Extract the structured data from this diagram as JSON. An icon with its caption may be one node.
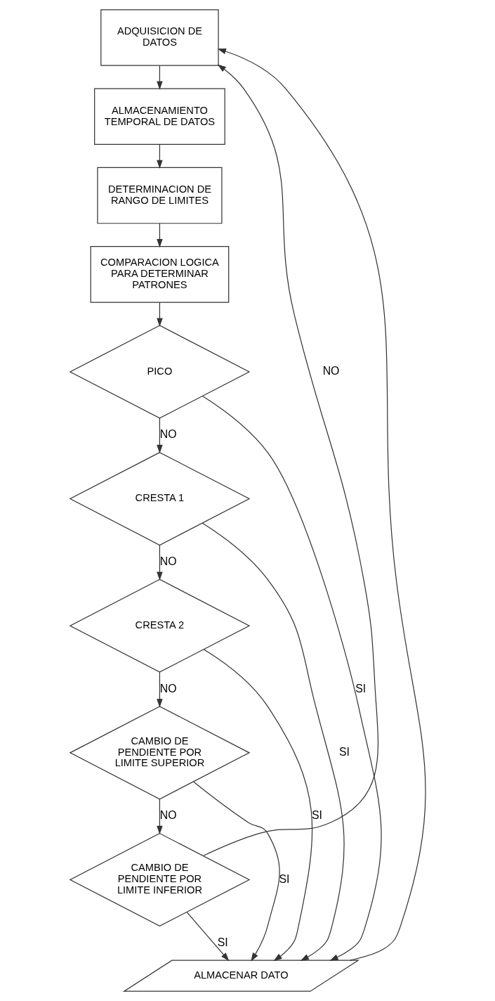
{
  "diagram": {
    "nodes": [
      {
        "text": [
          "ADQUISICION DE DATOS"
        ]
      },
      {
        "text": [
          "ALMACENAMIENTO TEMPORAL DE DATOS"
        ]
      },
      {
        "text": [
          "DETERMINACION DE RANGO DE LIMITES"
        ]
      },
      {
        "text": [
          "COMPARACION LOGICA PARA DETERMINAR PATRONES"
        ]
      },
      {
        "text": [
          "PICO"
        ]
      },
      {
        "text": [
          "CRESTA 1"
        ]
      },
      {
        "text": [
          "CRESTA 2"
        ]
      },
      {
        "text": [
          "CAMBIO DE PENDIENTE POR LIMITE SUPERIOR"
        ]
      },
      {
        "text": [
          "CAMBIO DE PENDIENTE POR LIMITE INFERIOR"
        ]
      },
      {
        "text": [
          "ALMACENAR DATO"
        ]
      }
    ],
    "edges": [
      {
        "from": 0,
        "to": 1,
        "arrow": "to"
      },
      {
        "from": 1,
        "to": 2,
        "arrow": "to"
      },
      {
        "from": 2,
        "to": 3,
        "arrow": "to"
      },
      {
        "from": 3,
        "to": 4,
        "arrow": "to"
      },
      {
        "from": 4,
        "to": 5,
        "arrow": "to",
        "label": "NO"
      },
      {
        "from": 5,
        "to": 6,
        "arrow": "to",
        "label": "NO"
      },
      {
        "from": 6,
        "to": 7,
        "arrow": "to",
        "label": "NO"
      },
      {
        "from": 7,
        "to": 8,
        "arrow": "to",
        "label": "NO"
      },
      {
        "from": 4,
        "to": 9,
        "arrow": "to",
        "label": "SI"
      },
      {
        "from": 5,
        "to": 9,
        "arrow": "to",
        "label": "SI"
      },
      {
        "from": 6,
        "to": 9,
        "arrow": "to",
        "label": "SI"
      },
      {
        "from": 7,
        "to": 9,
        "arrow": "to",
        "label": "SI"
      },
      {
        "from": 8,
        "to": 9,
        "arrow": "to",
        "label": "SI"
      },
      {
        "from": 8,
        "to": 0,
        "arrow": "to",
        "label": "NO"
      },
      {
        "from": 9,
        "to": 0,
        "arrow": "to"
      }
    ]
  }
}
